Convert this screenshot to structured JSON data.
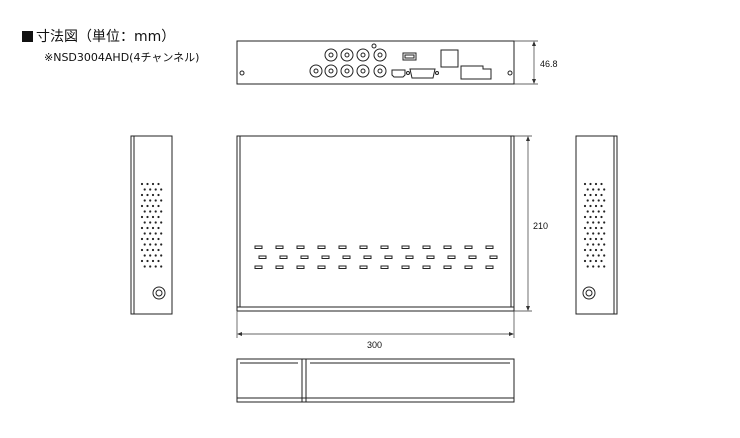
{
  "heading": {
    "title": "寸法図（単位：mm）",
    "model": "※NSD3004AHD(4チャンネル)"
  },
  "dimensions": {
    "height": "46.8",
    "depth": "210",
    "width": "300"
  },
  "colors": {
    "line": "#222222",
    "panel": "#ffffff"
  }
}
